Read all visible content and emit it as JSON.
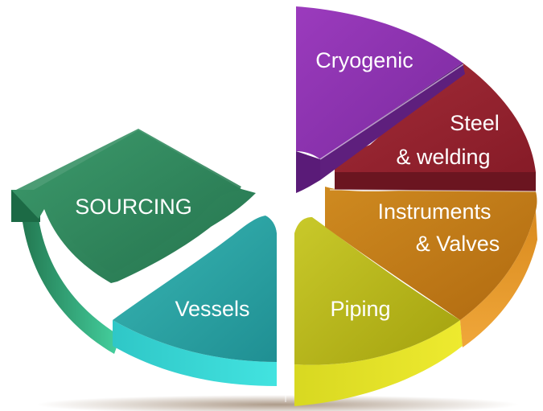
{
  "segments": {
    "sourcing": {
      "label": "SOURCING",
      "color": "#2f8a5f"
    },
    "vessels": {
      "label": "Vessels",
      "color": "#2aa7a8"
    },
    "piping": {
      "label": "Piping",
      "color": "#b8b914"
    },
    "cryogenic": {
      "label": "Cryogenic",
      "color": "#8a2fae"
    },
    "steel_welding": {
      "line1": "Steel",
      "line2": "& welding",
      "color": "#9a2330"
    },
    "instruments_valves": {
      "line1": "Instruments",
      "line2": "& Valves",
      "color": "#c27a17"
    }
  }
}
